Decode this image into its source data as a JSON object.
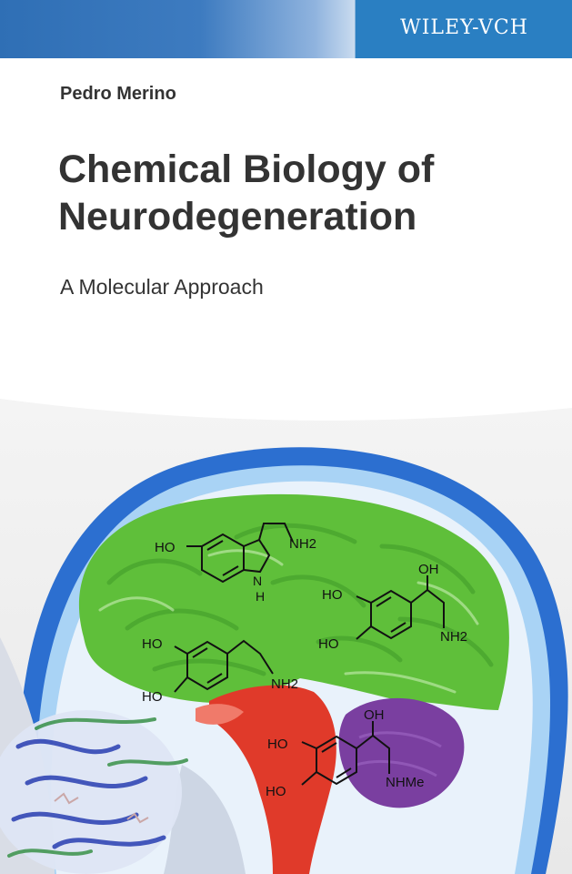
{
  "publisher": {
    "name": "WILEY-VCH"
  },
  "book": {
    "author": "Pedro Merino",
    "title_line1": "Chemical Biology of",
    "title_line2": "Neurodegeneration",
    "subtitle": "A Molecular Approach"
  },
  "molecules": {
    "serotonin": {
      "ho": "HO",
      "nh2": "NH2",
      "nh": "N",
      "h": "H"
    },
    "norepinephrine": {
      "oh": "OH",
      "ho1": "HO",
      "ho2": "HO",
      "nh2": "NH2"
    },
    "dopamine": {
      "ho1": "HO",
      "ho2": "HO",
      "nh2": "NH2"
    },
    "epinephrine": {
      "oh": "OH",
      "ho1": "HO",
      "ho2": "HO",
      "nhme": "NHMe"
    }
  },
  "colors": {
    "band_blue": "#2a7fc2",
    "text_dark": "#333333",
    "brain_green": "#5fbf3a",
    "brainstem_red": "#e03a2a",
    "cerebellum_purple": "#7a3fa0",
    "skull_blue": "#2c6fd0"
  }
}
